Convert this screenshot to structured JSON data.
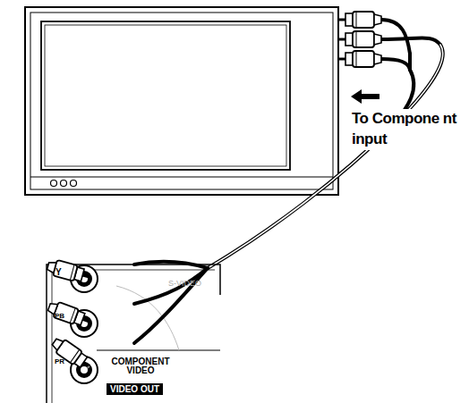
{
  "diagram": {
    "labels": [
      "To Compone nt input",
      "Y",
      "S-VIDEO",
      "PB",
      "PR",
      "COMPONENT VIDEO",
      "VIDEO OUT"
    ]
  }
}
